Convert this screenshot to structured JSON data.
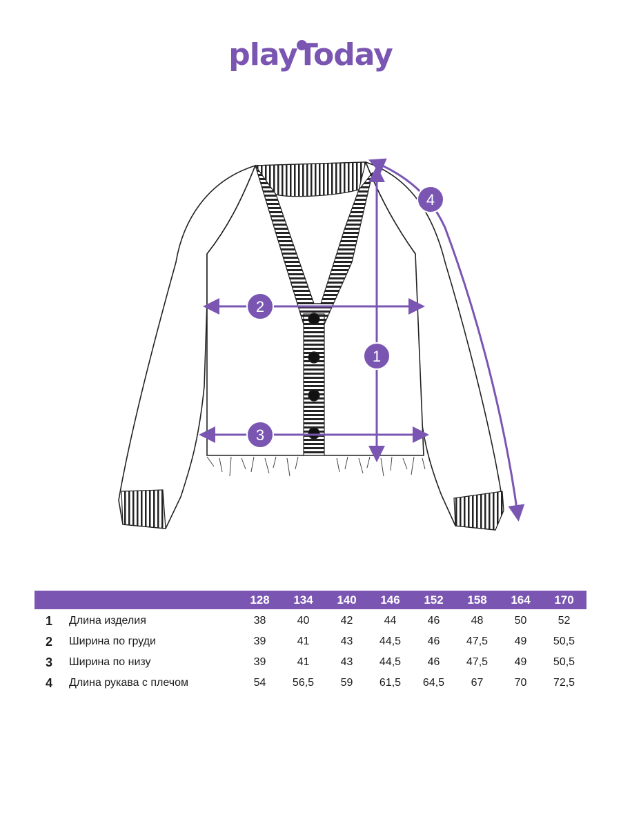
{
  "brand": {
    "logo_text": "playToday",
    "color": "#7a56b2"
  },
  "diagram": {
    "markers": [
      {
        "id": "1"
      },
      {
        "id": "2"
      },
      {
        "id": "3"
      },
      {
        "id": "4"
      }
    ]
  },
  "table": {
    "sizes": [
      "128",
      "134",
      "140",
      "146",
      "152",
      "158",
      "164",
      "170"
    ],
    "rows": [
      {
        "num": "1",
        "name": "Длина изделия",
        "values": [
          "38",
          "40",
          "42",
          "44",
          "46",
          "48",
          "50",
          "52"
        ]
      },
      {
        "num": "2",
        "name": "Ширина по груди",
        "values": [
          "39",
          "41",
          "43",
          "44,5",
          "46",
          "47,5",
          "49",
          "50,5"
        ]
      },
      {
        "num": "3",
        "name": "Ширина по низу",
        "values": [
          "39",
          "41",
          "43",
          "44,5",
          "46",
          "47,5",
          "49",
          "50,5"
        ]
      },
      {
        "num": "4",
        "name": "Длина рукава с плечом",
        "values": [
          "54",
          "56,5",
          "59",
          "61,5",
          "64,5",
          "67",
          "70",
          "72,5"
        ]
      }
    ]
  }
}
